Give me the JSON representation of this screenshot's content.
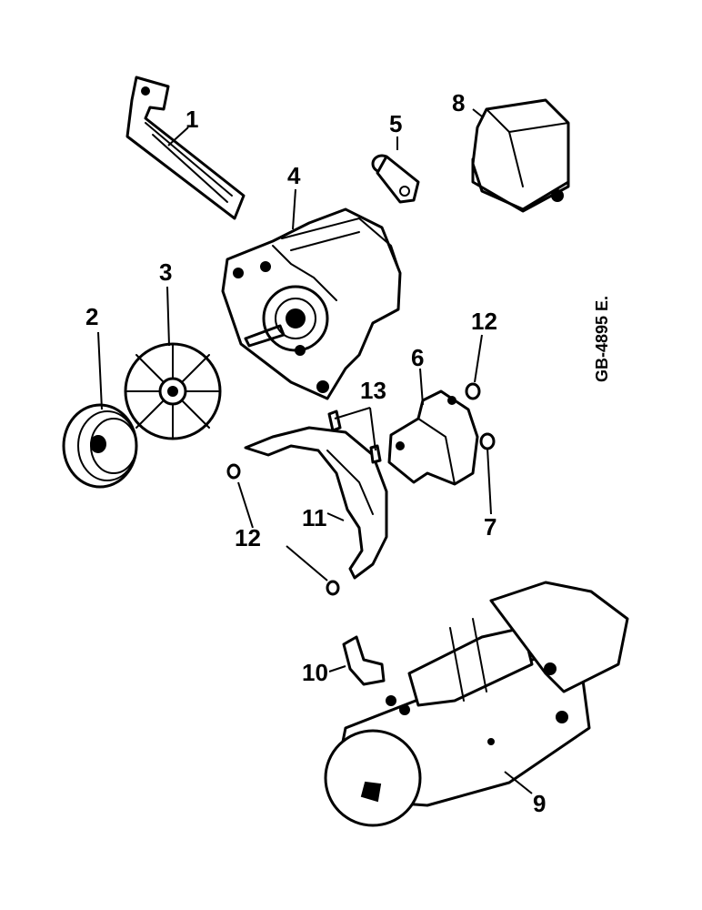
{
  "drawing_ref": "GB-4895 E.",
  "callouts": {
    "c1": "1",
    "c2": "2",
    "c3": "3",
    "c4": "4",
    "c5": "5",
    "c6": "6",
    "c7": "7",
    "c8": "8",
    "c9": "9",
    "c10": "10",
    "c11": "11",
    "c12a": "12",
    "c12b": "12",
    "c13": "13"
  }
}
